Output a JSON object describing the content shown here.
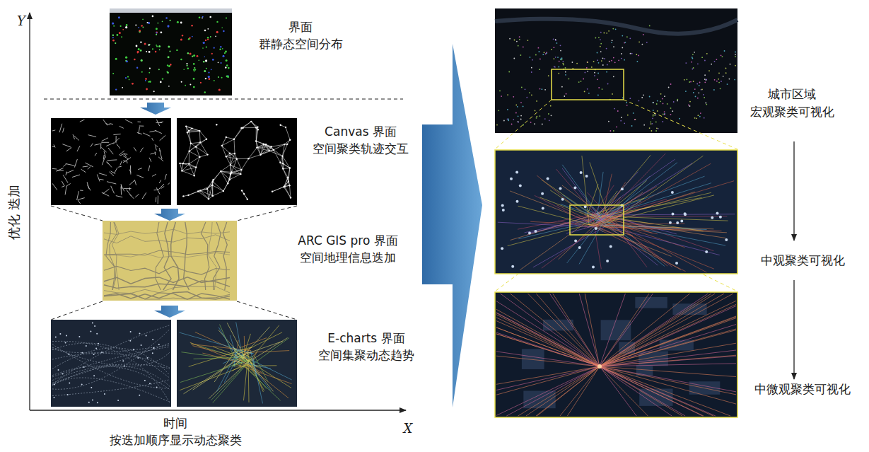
{
  "diagram": {
    "labels": [
      "Y",
      "界面",
      "群静态空间分布",
      "Canvas 界面",
      "空间聚类轨迹交互",
      "ARC GIS pro 界面",
      "空间地理信息迭加",
      "E-charts 界面",
      "空间集聚动态趋势",
      "优化 迭加",
      "时间",
      "按迭加顺序显示动态聚类",
      "X",
      "城市区域",
      "宏观聚类可视化",
      "中观聚类可视化",
      "中微观聚类可视化"
    ]
  }
}
